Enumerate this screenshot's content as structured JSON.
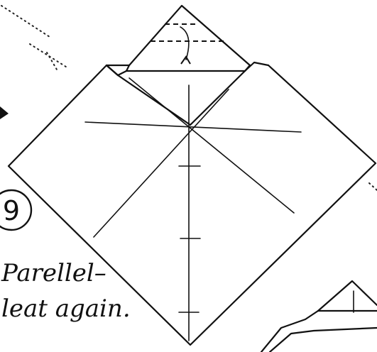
{
  "diagram": {
    "step_number": "9",
    "instruction_line1": "Parellel–",
    "instruction_line2": "leat again."
  }
}
